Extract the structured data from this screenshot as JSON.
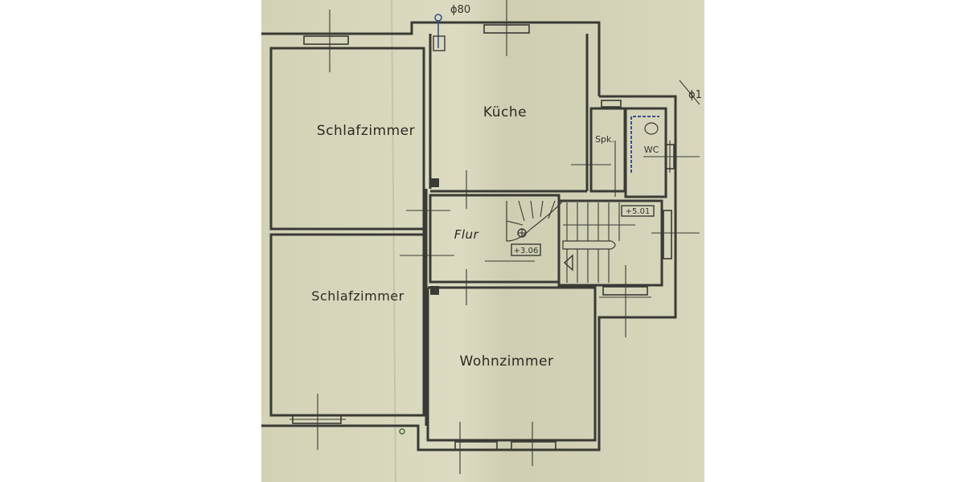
{
  "plan": {
    "rooms": {
      "schlafzimmer_top": "Schlafzimmer",
      "kueche": "Küche",
      "spk": "Spk.",
      "wc": "WC",
      "flur": "Flur",
      "schlafzimmer_bottom": "Schlafzimmer",
      "wohnzimmer": "Wohnzimmer"
    },
    "annotations": {
      "chimney_top": "ϕ80",
      "chimney_right": "ϕ1",
      "level_flur": "+3.06",
      "level_stair": "+5.01"
    }
  },
  "colors": {
    "page_background": "#ffffff",
    "paper": "#d6d5bb",
    "paper_dark": "#c9c8ad",
    "ink": "#3a3a36",
    "blue_ink": "#3c4f8c"
  }
}
